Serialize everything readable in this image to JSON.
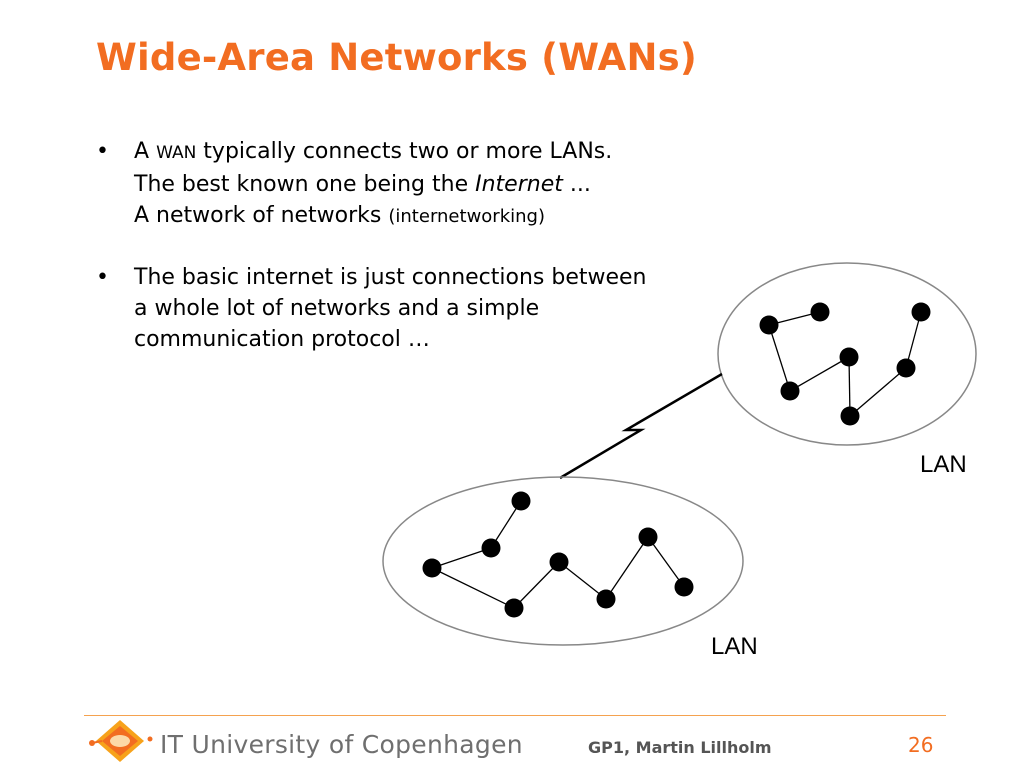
{
  "title": "Wide-Area Networks (WANs)",
  "bullets": [
    {
      "marker": "•",
      "lines": [
        {
          "a": "A",
          "b": "WAN",
          "c": " typically connects two or more LANs."
        },
        {
          "a": "The best known one being the ",
          "b": "Internet",
          "c": " ..."
        },
        {
          "a": "A network of networks ",
          "b": "(internetworking)"
        }
      ]
    },
    {
      "marker": "•",
      "lines": [
        {
          "a": "The basic internet is just connections between"
        },
        {
          "a": "a whole lot of networks and a simple"
        },
        {
          "a": "communication protocol …"
        }
      ]
    }
  ],
  "diagram": {
    "lan_upper_label": "LAN",
    "lan_lower_label": "LAN"
  },
  "footer": {
    "university": "IT University of Copenhagen",
    "author": "GP1, Martin Lillholm",
    "page": "26"
  },
  "colors": {
    "accent": "#f26d21",
    "lan_outline": "#888888",
    "footer_rule": "#f5a24f"
  }
}
